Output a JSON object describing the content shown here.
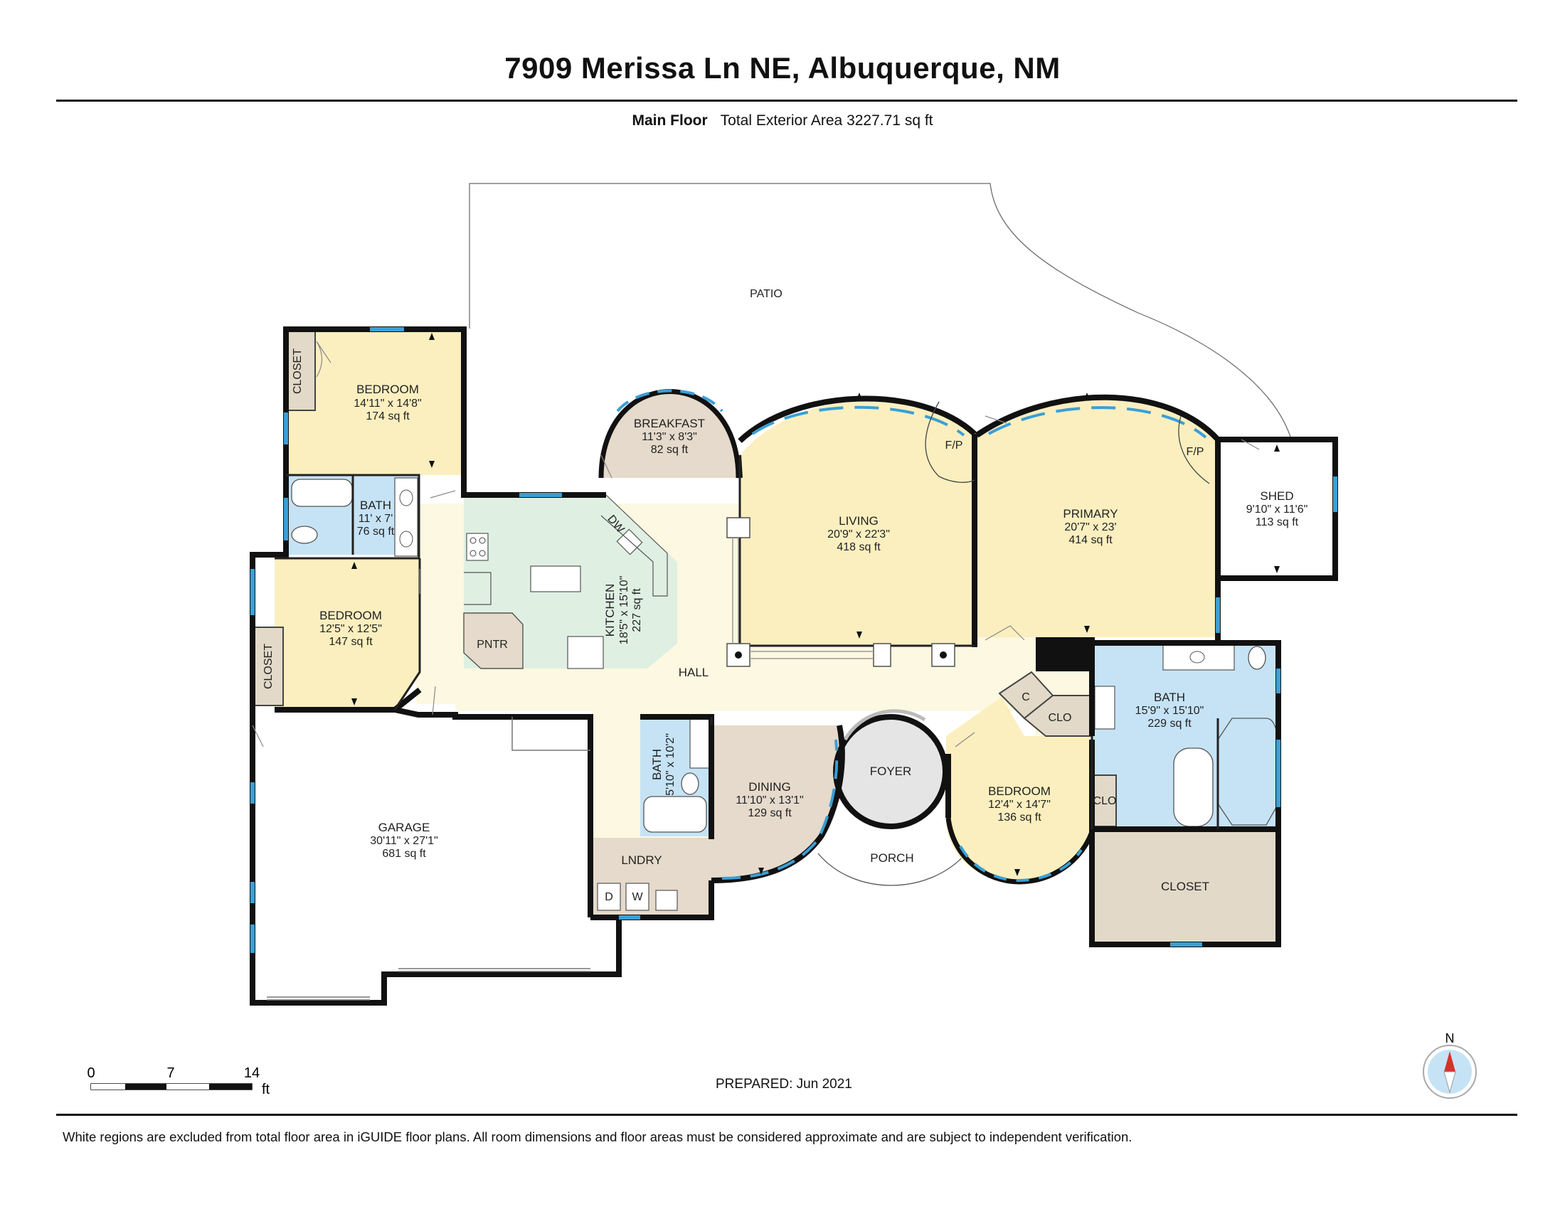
{
  "header": {
    "title": "7909 Merissa Ln NE, Albuquerque, NM",
    "floor_name": "Main Floor",
    "total_area": "Total Exterior Area 3227.71 sq ft"
  },
  "colors": {
    "bedroom": "#fbefbf",
    "hall": "#fdf8e1",
    "bath": "#c6e3f6",
    "kitchen": "#dff0e2",
    "neutral": "#e5dacb",
    "closet": "#e2d9c8",
    "wall": "#111111",
    "window": "#3a9fd6"
  },
  "rooms": {
    "patio": {
      "name": "PATIO"
    },
    "bedroom_nw": {
      "name": "BEDROOM",
      "dims": "14'11\" x 14'8\"",
      "area": "174 sq ft"
    },
    "closet_nw": {
      "name": "CLOSET"
    },
    "bath_w": {
      "name": "BATH",
      "dims": "11' x 7'",
      "area": "76 sq ft"
    },
    "bedroom_w": {
      "name": "BEDROOM",
      "dims": "12'5\" x 12'5\"",
      "area": "147 sq ft"
    },
    "closet_w": {
      "name": "CLOSET"
    },
    "breakfast": {
      "name": "BREAKFAST",
      "dims": "11'3\" x 8'3\"",
      "area": "82 sq ft"
    },
    "kitchen": {
      "name": "KITCHEN",
      "dims": "18'5\" x 15'10\"",
      "area": "227 sq ft"
    },
    "pantry": {
      "name": "PNTR"
    },
    "dishwasher": {
      "name": "DW"
    },
    "living": {
      "name": "LIVING",
      "dims": "20'9\" x 22'3\"",
      "area": "418 sq ft"
    },
    "fireplace_living": {
      "name": "F/P"
    },
    "primary": {
      "name": "PRIMARY",
      "dims": "20'7\" x 23'",
      "area": "414 sq ft"
    },
    "fireplace_primary": {
      "name": "F/P"
    },
    "shed": {
      "name": "SHED",
      "dims": "9'10\" x 11'6\"",
      "area": "113 sq ft"
    },
    "hall": {
      "name": "HALL"
    },
    "bath_hall": {
      "name": "BATH",
      "dims": "5'10\" x 10'2\""
    },
    "dining": {
      "name": "DINING",
      "dims": "11'10\" x 13'1\"",
      "area": "129 sq ft"
    },
    "foyer": {
      "name": "FOYER"
    },
    "porch": {
      "name": "PORCH"
    },
    "bedroom_e": {
      "name": "BEDROOM",
      "dims": "12'4\" x 14'7\"",
      "area": "136 sq ft"
    },
    "bath_primary": {
      "name": "BATH",
      "dims": "15'9\" x 15'10\"",
      "area": "229 sq ft"
    },
    "closet_c": {
      "name": "C"
    },
    "closet_clo": {
      "name": "CLO"
    },
    "closet_clo_small": {
      "name": "CLO"
    },
    "closet_primary": {
      "name": "CLOSET"
    },
    "garage": {
      "name": "GARAGE",
      "dims": "30'11\" x 27'1\"",
      "area": "681 sq ft"
    },
    "laundry": {
      "name": "LNDRY"
    },
    "dryer": {
      "name": "D"
    },
    "washer": {
      "name": "W"
    }
  },
  "scale_bar": {
    "ticks": [
      "0",
      "7",
      "14"
    ],
    "unit": "ft"
  },
  "compass": {
    "label": "N"
  },
  "footer": {
    "prepared": "PREPARED: Jun 2021",
    "disclaimer": "White regions are excluded from total floor area in iGUIDE floor plans. All room dimensions and floor areas must be considered approximate and are subject to independent verification."
  }
}
